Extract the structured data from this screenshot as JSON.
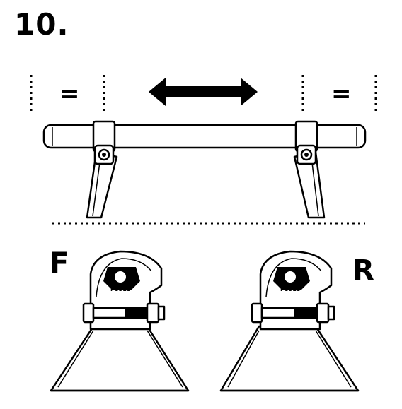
{
  "step": {
    "number": "10."
  },
  "labels": {
    "front": "F",
    "rear": "R",
    "equal_left": "=",
    "equal_right": "="
  },
  "parts": {
    "front_part_code": "PS518",
    "rear_part_code": "PS518"
  },
  "icons": {
    "arrow": "double-headed-arrow-icon"
  },
  "colors": {
    "ink": "#000000",
    "paper": "#ffffff"
  }
}
